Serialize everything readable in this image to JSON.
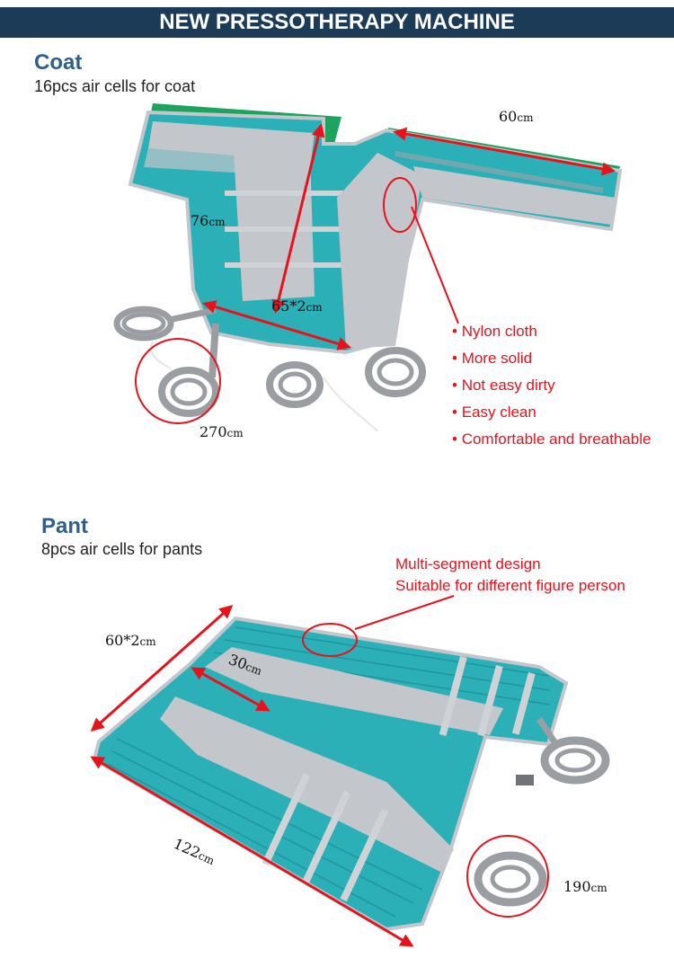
{
  "header": {
    "title": "NEW PRESSOTHERAPY MACHINE"
  },
  "coat": {
    "title": "Coat",
    "subtitle": "16pcs air cells for coat",
    "dims": {
      "sleeve": {
        "value": "60",
        "unit": "cm"
      },
      "height": {
        "value": "76",
        "unit": "cm"
      },
      "width": {
        "value": "65*2",
        "unit": "cm"
      },
      "hose": {
        "value": "270",
        "unit": "cm"
      }
    },
    "features": [
      "Nylon cloth",
      "More solid",
      "Not easy dirty",
      "Easy clean",
      "Comfortable and breathable"
    ]
  },
  "pant": {
    "title": "Pant",
    "subtitle": "8pcs air cells for pants",
    "note": {
      "line1": "Multi-segment design",
      "line2": "Suitable for different figure person"
    },
    "dims": {
      "waist": {
        "value": "60*2",
        "unit": "cm"
      },
      "thigh": {
        "value": "30",
        "unit": "cm"
      },
      "length": {
        "value": "122",
        "unit": "cm"
      },
      "hose": {
        "value": "190",
        "unit": "cm"
      }
    }
  },
  "colors": {
    "banner": "#1c3b57",
    "title": "#2f5f8a",
    "accent": "#e8121c",
    "fabric": "#2bb0b8",
    "silver": "#c3c6ca"
  }
}
